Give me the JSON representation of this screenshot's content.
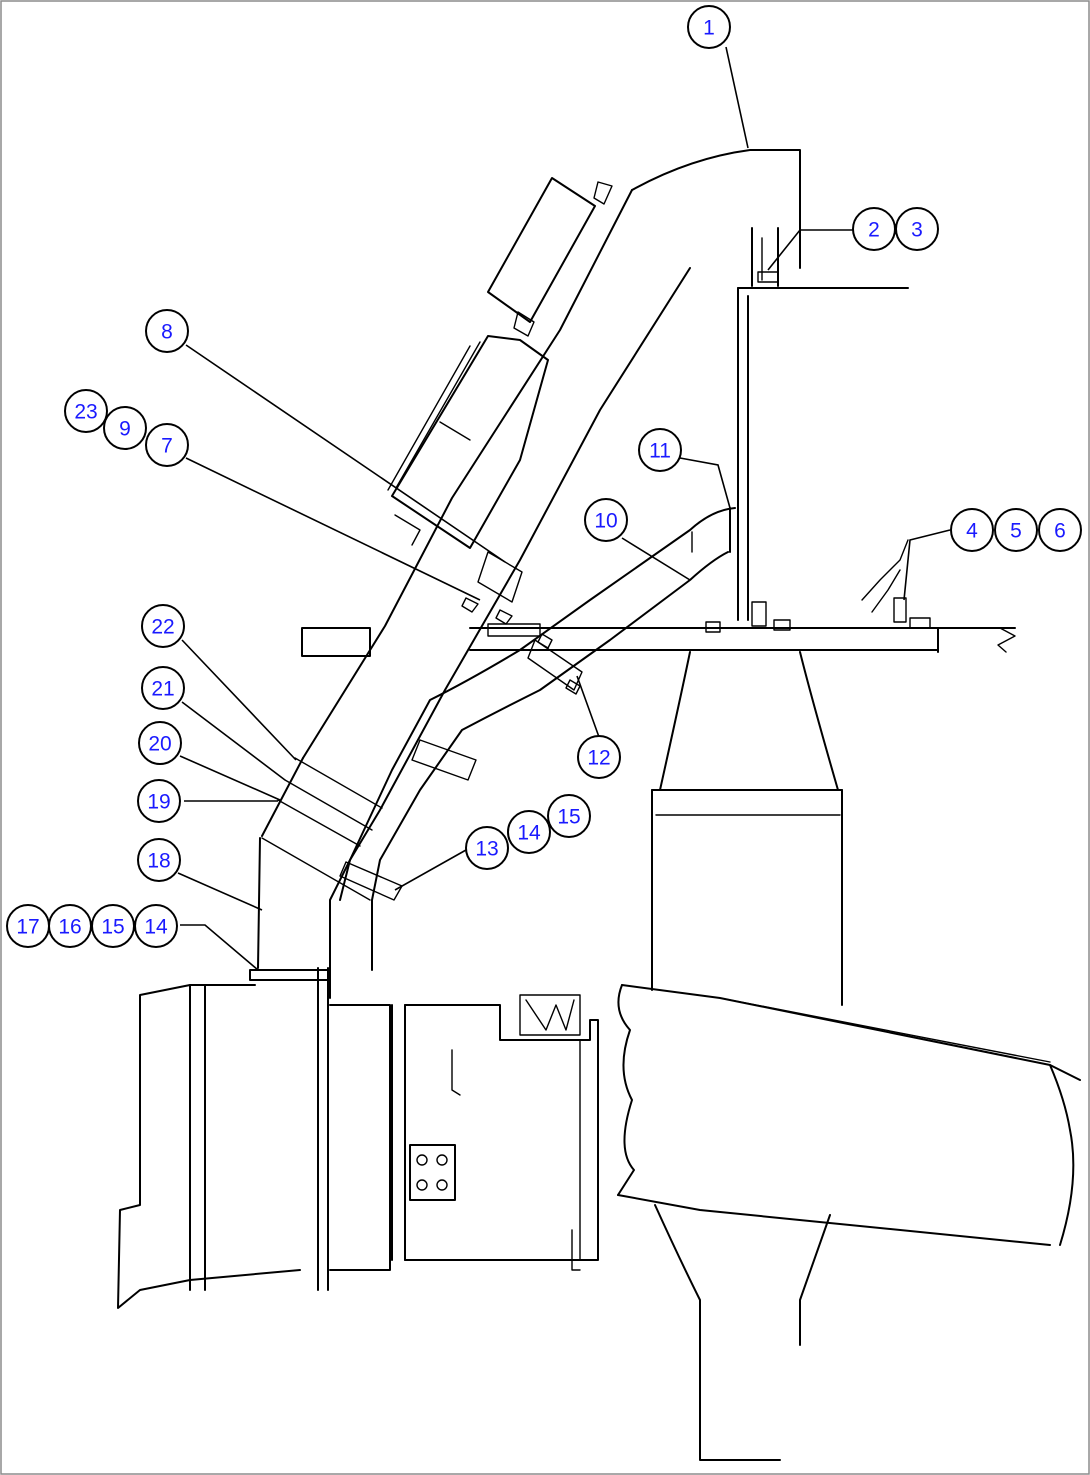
{
  "colors": {
    "callout_text": "#1a1aff",
    "line": "#000000",
    "frame": "#8c8c8c",
    "background": "#ffffff"
  },
  "callouts": [
    "1",
    "2",
    "3",
    "4",
    "5",
    "6",
    "7",
    "8",
    "9",
    "10",
    "11",
    "12",
    "13",
    "14",
    "15",
    "16",
    "17",
    "18",
    "19",
    "20",
    "21",
    "22",
    "23"
  ],
  "callout_groups": [
    [
      "1"
    ],
    [
      "2",
      "3"
    ],
    [
      "8"
    ],
    [
      "23",
      "9",
      "7"
    ],
    [
      "11"
    ],
    [
      "10"
    ],
    [
      "4",
      "5",
      "6"
    ],
    [
      "22"
    ],
    [
      "21"
    ],
    [
      "20"
    ],
    [
      "12"
    ],
    [
      "19"
    ],
    [
      "13",
      "14",
      "15"
    ],
    [
      "18"
    ],
    [
      "17",
      "16",
      "15",
      "14"
    ]
  ]
}
